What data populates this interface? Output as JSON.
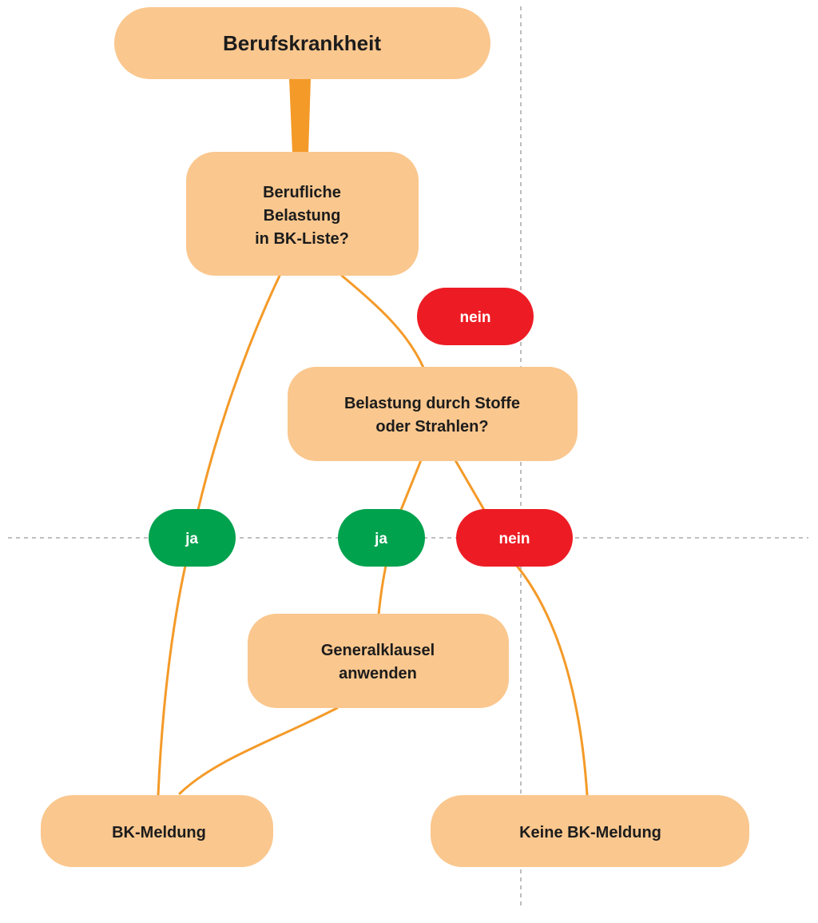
{
  "diagram": {
    "nodes": {
      "occupational_disease": "Berufskrankheit",
      "occupational_exposure": [
        "Berufliche",
        "Belastung",
        "in BK-Liste?"
      ],
      "substances_radiation": [
        "Belastung durch Stoffe",
        "oder Strahlen?"
      ],
      "general_clause": [
        "Generalklausel",
        "anwenden"
      ],
      "bk_report": "BK-Meldung",
      "no_bk_report": "Keine BK-Meldung"
    },
    "badges": {
      "no_upper": "nein",
      "yes_left": "ja",
      "yes_middle": "ja",
      "no_right": "nein"
    },
    "colors": {
      "node_fill": "#fac78e",
      "connector": "#f49a28",
      "yes_badge": "#00a24e",
      "no_badge": "#ed1c24",
      "guide_line": "#9a9a9a"
    }
  }
}
